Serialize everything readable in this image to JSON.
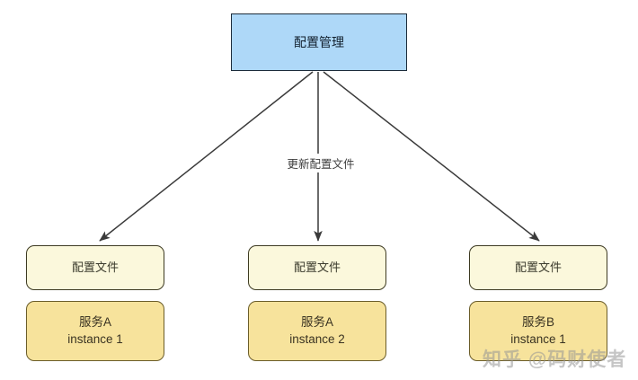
{
  "diagram": {
    "type": "flow-diagram",
    "title_node": {
      "label": "配置管理",
      "fill": "#aed8f8",
      "stroke": "#1c2b3a"
    },
    "edge_label": "更新配置文件",
    "edge_count": 3,
    "columns": [
      {
        "config": {
          "label": "配置文件"
        },
        "service": {
          "name": "服务A",
          "instance": "instance 1"
        }
      },
      {
        "config": {
          "label": "配置文件"
        },
        "service": {
          "name": "服务A",
          "instance": "instance 2"
        }
      },
      {
        "config": {
          "label": "配置文件"
        },
        "service": {
          "name": "服务B",
          "instance": "instance 1"
        }
      }
    ],
    "colors": {
      "root_fill": "#aed8f8",
      "config_fill": "#fbf8dc",
      "config_stroke": "#3d3a22",
      "service_fill": "#f7e39c",
      "service_stroke": "#6b5d2a",
      "edge": "#3a3a3a",
      "background": "#ffffff"
    }
  },
  "watermark": {
    "text": "知乎 @码财使者"
  }
}
